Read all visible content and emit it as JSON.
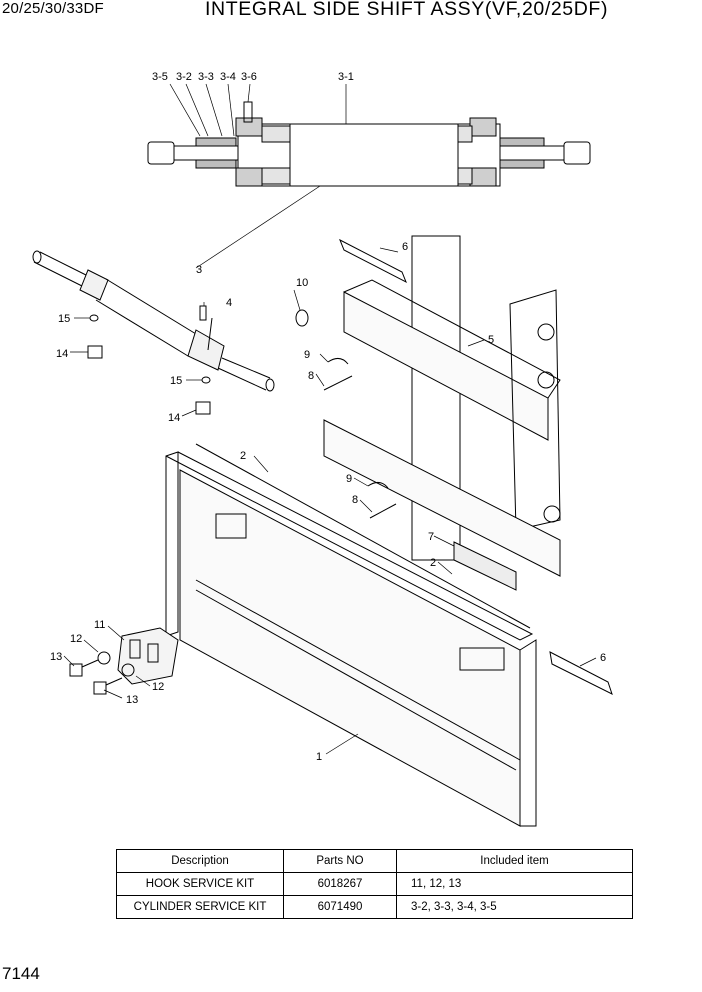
{
  "header": {
    "model": "20/25/30/33DF",
    "title": "INTEGRAL SIDE SHIFT ASSY(VF,20/25DF)"
  },
  "page_number": "7144",
  "callouts": {
    "c3_5": "3-5",
    "c3_2": "3-2",
    "c3_3": "3-3",
    "c3_4": "3-4",
    "c3_6": "3-6",
    "c3_1": "3-1",
    "c3": "3",
    "c4": "4",
    "c6a": "6",
    "c6b": "6",
    "c10": "10",
    "c5": "5",
    "c15a": "15",
    "c15b": "15",
    "c14a": "14",
    "c14b": "14",
    "c9a": "9",
    "c9b": "9",
    "c8a": "8",
    "c8b": "8",
    "c2a": "2",
    "c2b": "2",
    "c7": "7",
    "c1": "1",
    "c11": "11",
    "c12a": "12",
    "c12b": "12",
    "c13a": "13",
    "c13b": "13"
  },
  "kits_table": {
    "headers": [
      "Description",
      "Parts NO",
      "Included item"
    ],
    "rows": [
      {
        "description": "HOOK SERVICE KIT",
        "parts_no": "6018267",
        "included": "11, 12, 13"
      },
      {
        "description": "CYLINDER SERVICE KIT",
        "parts_no": "6071490",
        "included": "3-2, 3-3, 3-4, 3-5"
      }
    ]
  }
}
